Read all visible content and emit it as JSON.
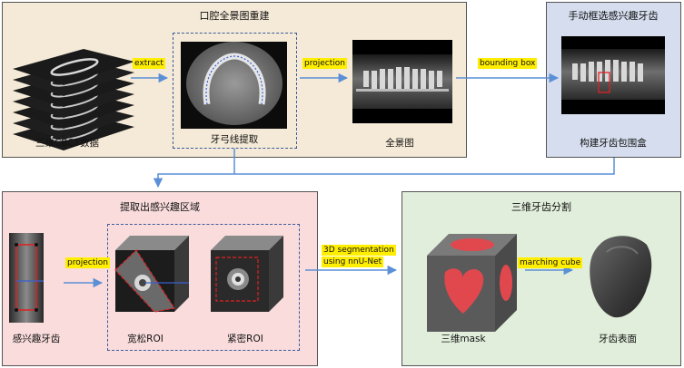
{
  "panels": {
    "recon": {
      "title": "口腔全景图重建",
      "captions": {
        "cbct": "三维CBCT数据",
        "arch": "牙弓线提取",
        "pano": "全景图"
      },
      "tags": {
        "extract": "extract",
        "projection": "projection"
      }
    },
    "box": {
      "title": "手动框选感兴趣牙齿",
      "caption": "构建牙齿包围盒"
    },
    "roi": {
      "title": "提取出感兴趣区域",
      "captions": {
        "tooth": "感兴趣牙齿",
        "loose": "宽松ROI",
        "tight": "紧密ROI"
      },
      "tags": {
        "projection": "projection"
      }
    },
    "seg": {
      "title": "三维牙齿分割",
      "captions": {
        "mask": "三维mask",
        "surface": "牙齿表面"
      },
      "tags": {
        "marching": "marching cube"
      }
    }
  },
  "connectors": {
    "bounding_box": "bounding box",
    "segmentation_line1": "3D segmentation",
    "segmentation_line2": "using nnU-Net"
  },
  "colors": {
    "recon_bg": "#f5ead7",
    "box_bg": "#d5ddee",
    "roi_bg": "#fadcdc",
    "seg_bg": "#e1eedb",
    "arrow": "#5b8fd6",
    "tag": "#ffee00",
    "mask_red": "#e0484e"
  }
}
